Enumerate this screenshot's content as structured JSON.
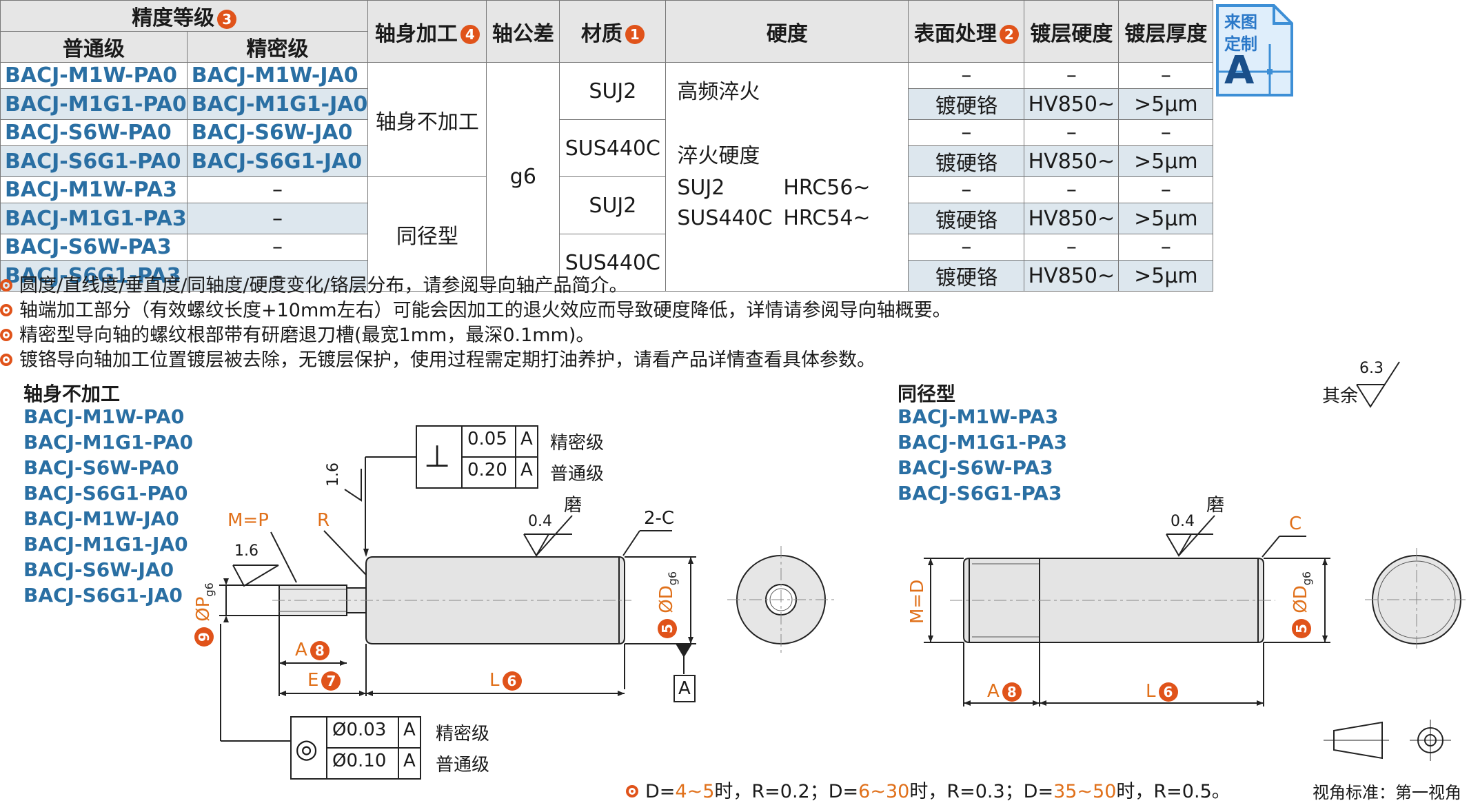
{
  "table": {
    "headers": {
      "grade": "精度等级",
      "normal": "普通级",
      "precision": "精密级",
      "shaft_machining": "轴身加工",
      "shaft_tol": "轴公差",
      "material": "材质",
      "hardness": "硬度",
      "surface": "表面处理",
      "plating_hardness": "镀层硬度",
      "plating_thickness": "镀层厚度",
      "grade_num": "3",
      "machining_num": "4",
      "material_num": "1",
      "surface_num": "2"
    },
    "rows": [
      {
        "normal": "BACJ-M1W-PA0",
        "precision": "BACJ-M1W-JA0",
        "surface": "–",
        "ph": "–",
        "pt": "–"
      },
      {
        "normal": "BACJ-M1G1-PA0",
        "precision": "BACJ-M1G1-JA0",
        "surface": "镀硬铬",
        "ph": "HV850~",
        "pt": ">5μm"
      },
      {
        "normal": "BACJ-S6W-PA0",
        "precision": "BACJ-S6W-JA0",
        "surface": "–",
        "ph": "–",
        "pt": "–"
      },
      {
        "normal": "BACJ-S6G1-PA0",
        "precision": "BACJ-S6G1-JA0",
        "surface": "镀硬铬",
        "ph": "HV850~",
        "pt": ">5μm"
      },
      {
        "normal": "BACJ-M1W-PA3",
        "precision": "–",
        "surface": "–",
        "ph": "–",
        "pt": "–"
      },
      {
        "normal": "BACJ-M1G1-PA3",
        "precision": "–",
        "surface": "镀硬铬",
        "ph": "HV850~",
        "pt": ">5μm"
      },
      {
        "normal": "BACJ-S6W-PA3",
        "precision": "–",
        "surface": "–",
        "ph": "–",
        "pt": "–"
      },
      {
        "normal": "BACJ-S6G1-PA3",
        "precision": "–",
        "surface": "镀硬铬",
        "ph": "HV850~",
        "pt": ">5μm"
      }
    ],
    "machining": [
      "轴身不加工",
      "同径型"
    ],
    "tolerance": "g6",
    "materials": [
      "SUJ2",
      "SUS440C",
      "SUJ2",
      "SUS440C"
    ],
    "hardness": {
      "line1": "高频淬火",
      "line2": "淬火硬度",
      "suj2": "SUJ2",
      "suj2_val": "HRC56~",
      "sus": "SUS440C",
      "sus_val": "HRC54~"
    }
  },
  "badge": {
    "line1": "来图",
    "line2": "定制",
    "letter": "A"
  },
  "notes": [
    "圆度/直线度/垂直度/同轴度/硬度变化/铬层分布，请参阅导向轴产品简介。",
    "轴端加工部分（有效螺纹长度+10mm左右）可能会因加工的退火效应而导致硬度降低，详情请参阅导向轴概要。",
    "精密型导向轴的螺纹根部带有研磨退刀槽(最宽1mm，最深0.1mm)。",
    "镀铬导向轴加工位置镀层被去除，无镀层保护，使用过程需定期打油养护，请看产品详情查看具体参数。"
  ],
  "left_panel": {
    "title": "轴身不加工",
    "parts": [
      "BACJ-M1W-PA0",
      "BACJ-M1G1-PA0",
      "BACJ-S6W-PA0",
      "BACJ-S6G1-PA0",
      "BACJ-M1W-JA0",
      "BACJ-M1G1-JA0",
      "BACJ-S6W-JA0",
      "BACJ-S6G1-JA0"
    ]
  },
  "right_panel": {
    "title": "同径型",
    "parts": [
      "BACJ-M1W-PA3",
      "BACJ-M1G1-PA3",
      "BACJ-S6W-PA3",
      "BACJ-S6G1-PA3"
    ]
  },
  "drawing": {
    "perp_symbol": "⊥",
    "perp_rows": [
      {
        "val": "0.05",
        "ref": "A",
        "grade": "精密级"
      },
      {
        "val": "0.20",
        "ref": "A",
        "grade": "普通级"
      }
    ],
    "conc_symbol": "◎",
    "conc_rows": [
      {
        "val": "Ø0.03",
        "ref": "A",
        "grade": "精密级"
      },
      {
        "val": "Ø0.10",
        "ref": "A",
        "grade": "普通级"
      }
    ],
    "rough_16": "1.6",
    "rough_04": "0.4",
    "rough_63": "6.3",
    "rest": "其余",
    "grind": "磨",
    "m_eq_p": "M=P",
    "r": "R",
    "c2": "2-C",
    "c": "C",
    "m_eq_d": "M=D",
    "dia_p": "ØP",
    "dia_d": "ØD",
    "g6": "g6",
    "dim_a": "A",
    "dim_e": "E",
    "dim_l": "L",
    "num_a": "8",
    "num_e": "7",
    "num_l": "6",
    "num_d": "5",
    "num_p": "9",
    "datum": "A"
  },
  "footer": {
    "prefix": "D=",
    "d1": "4~5",
    "t1": "时，R=0.2；D=",
    "d2": "6~30",
    "t2": "时，R=0.3；D=",
    "d3": "35~50",
    "t3": "时，R=0.5。",
    "view_std": "视角标准：第一视角"
  }
}
